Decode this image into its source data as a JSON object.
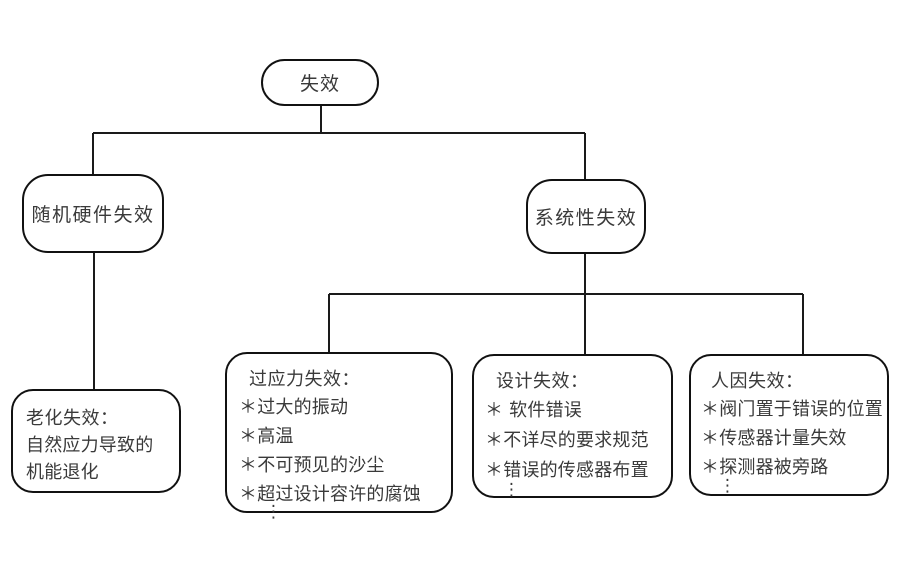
{
  "diagram": {
    "type": "tree",
    "background_color": "#ffffff",
    "line_color": "#1a1a1a",
    "text_color": "#3a3a3a",
    "ellipsis_glyph": "⋮"
  },
  "nodes": {
    "root": {
      "label": "失效"
    },
    "random_hardware": {
      "label": "随机硬件失效"
    },
    "systematic": {
      "label": "系统性失效"
    },
    "aging": {
      "heading": "老化失效：",
      "lines": [
        "自然应力导致的",
        "机能退化"
      ]
    },
    "overstress": {
      "heading": "过应力失效：",
      "items": [
        "＊过大的振动",
        "＊高温",
        "＊不可预见的沙尘",
        "＊超过设计容许的腐蚀"
      ],
      "more": "⋮"
    },
    "design": {
      "heading": "设计失效：",
      "items": [
        "＊ 软件错误",
        "＊不详尽的要求规范",
        "＊错误的传感器布置"
      ],
      "more": "⋮"
    },
    "human": {
      "heading": "人因失效：",
      "items": [
        "＊阀门置于错误的位置",
        "＊传感器计量失效",
        "＊探测器被旁路"
      ],
      "more": "⋮"
    }
  }
}
